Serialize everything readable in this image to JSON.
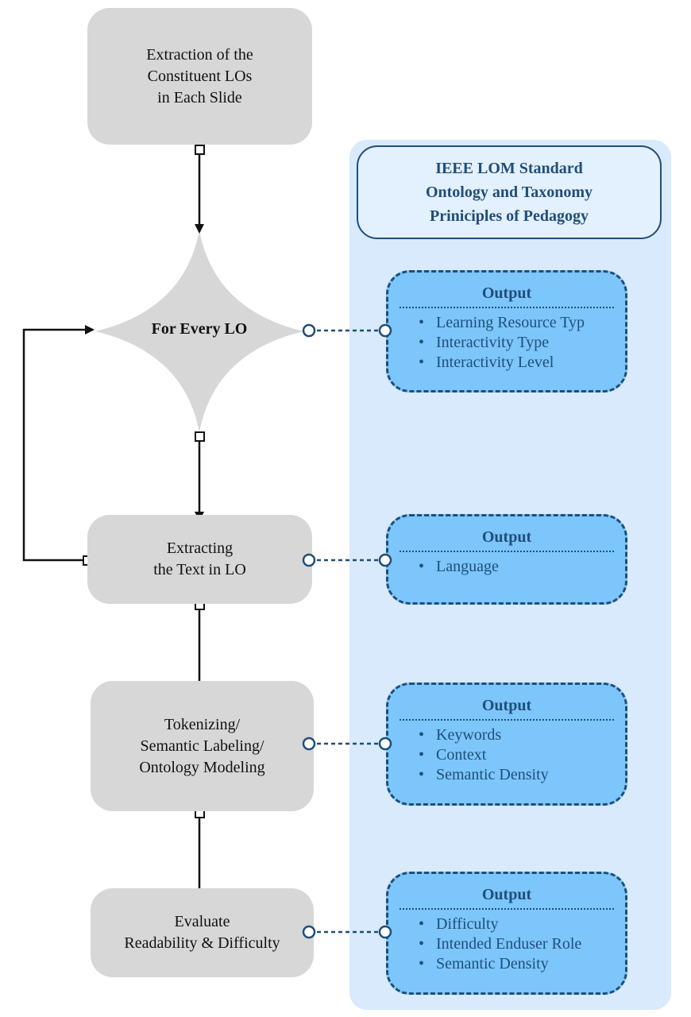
{
  "standards": {
    "lines": [
      "IEEE LOM Standard",
      "Ontology and Taxonomy",
      "Priniciples of Pedagogy"
    ]
  },
  "steps": {
    "extraction": {
      "lines": [
        "Extraction of the",
        "Constituent LOs",
        "in Each Slide"
      ]
    },
    "for_every_lo": {
      "label": "For Every LO"
    },
    "extracting_text": {
      "lines": [
        "Extracting",
        "the Text in LO"
      ]
    },
    "tokenizing": {
      "lines": [
        "Tokenizing/",
        "Semantic Labeling/",
        "Ontology Modeling"
      ]
    },
    "evaluate": {
      "lines": [
        "Evaluate",
        "Readability & Difficulty"
      ]
    }
  },
  "outputs": [
    {
      "title": "Output",
      "items": [
        "Learning Resource Typ",
        "Interactivity Type",
        "Interactivity Level"
      ]
    },
    {
      "title": "Output",
      "items": [
        "Language"
      ]
    },
    {
      "title": "Output",
      "items": [
        "Keywords",
        "Context",
        "Semantic Density"
      ]
    },
    {
      "title": "Output",
      "items": [
        "Difficulty",
        "Intended Enduser Role",
        "Semantic Density"
      ]
    }
  ],
  "bullet_glyph": "•",
  "colors": {
    "process_fill": "#d7d7d7",
    "panel_fill": "#d8eafc",
    "output_fill": "#7cc6fb",
    "accent": "#1f4e79",
    "arrow": "#111111"
  }
}
